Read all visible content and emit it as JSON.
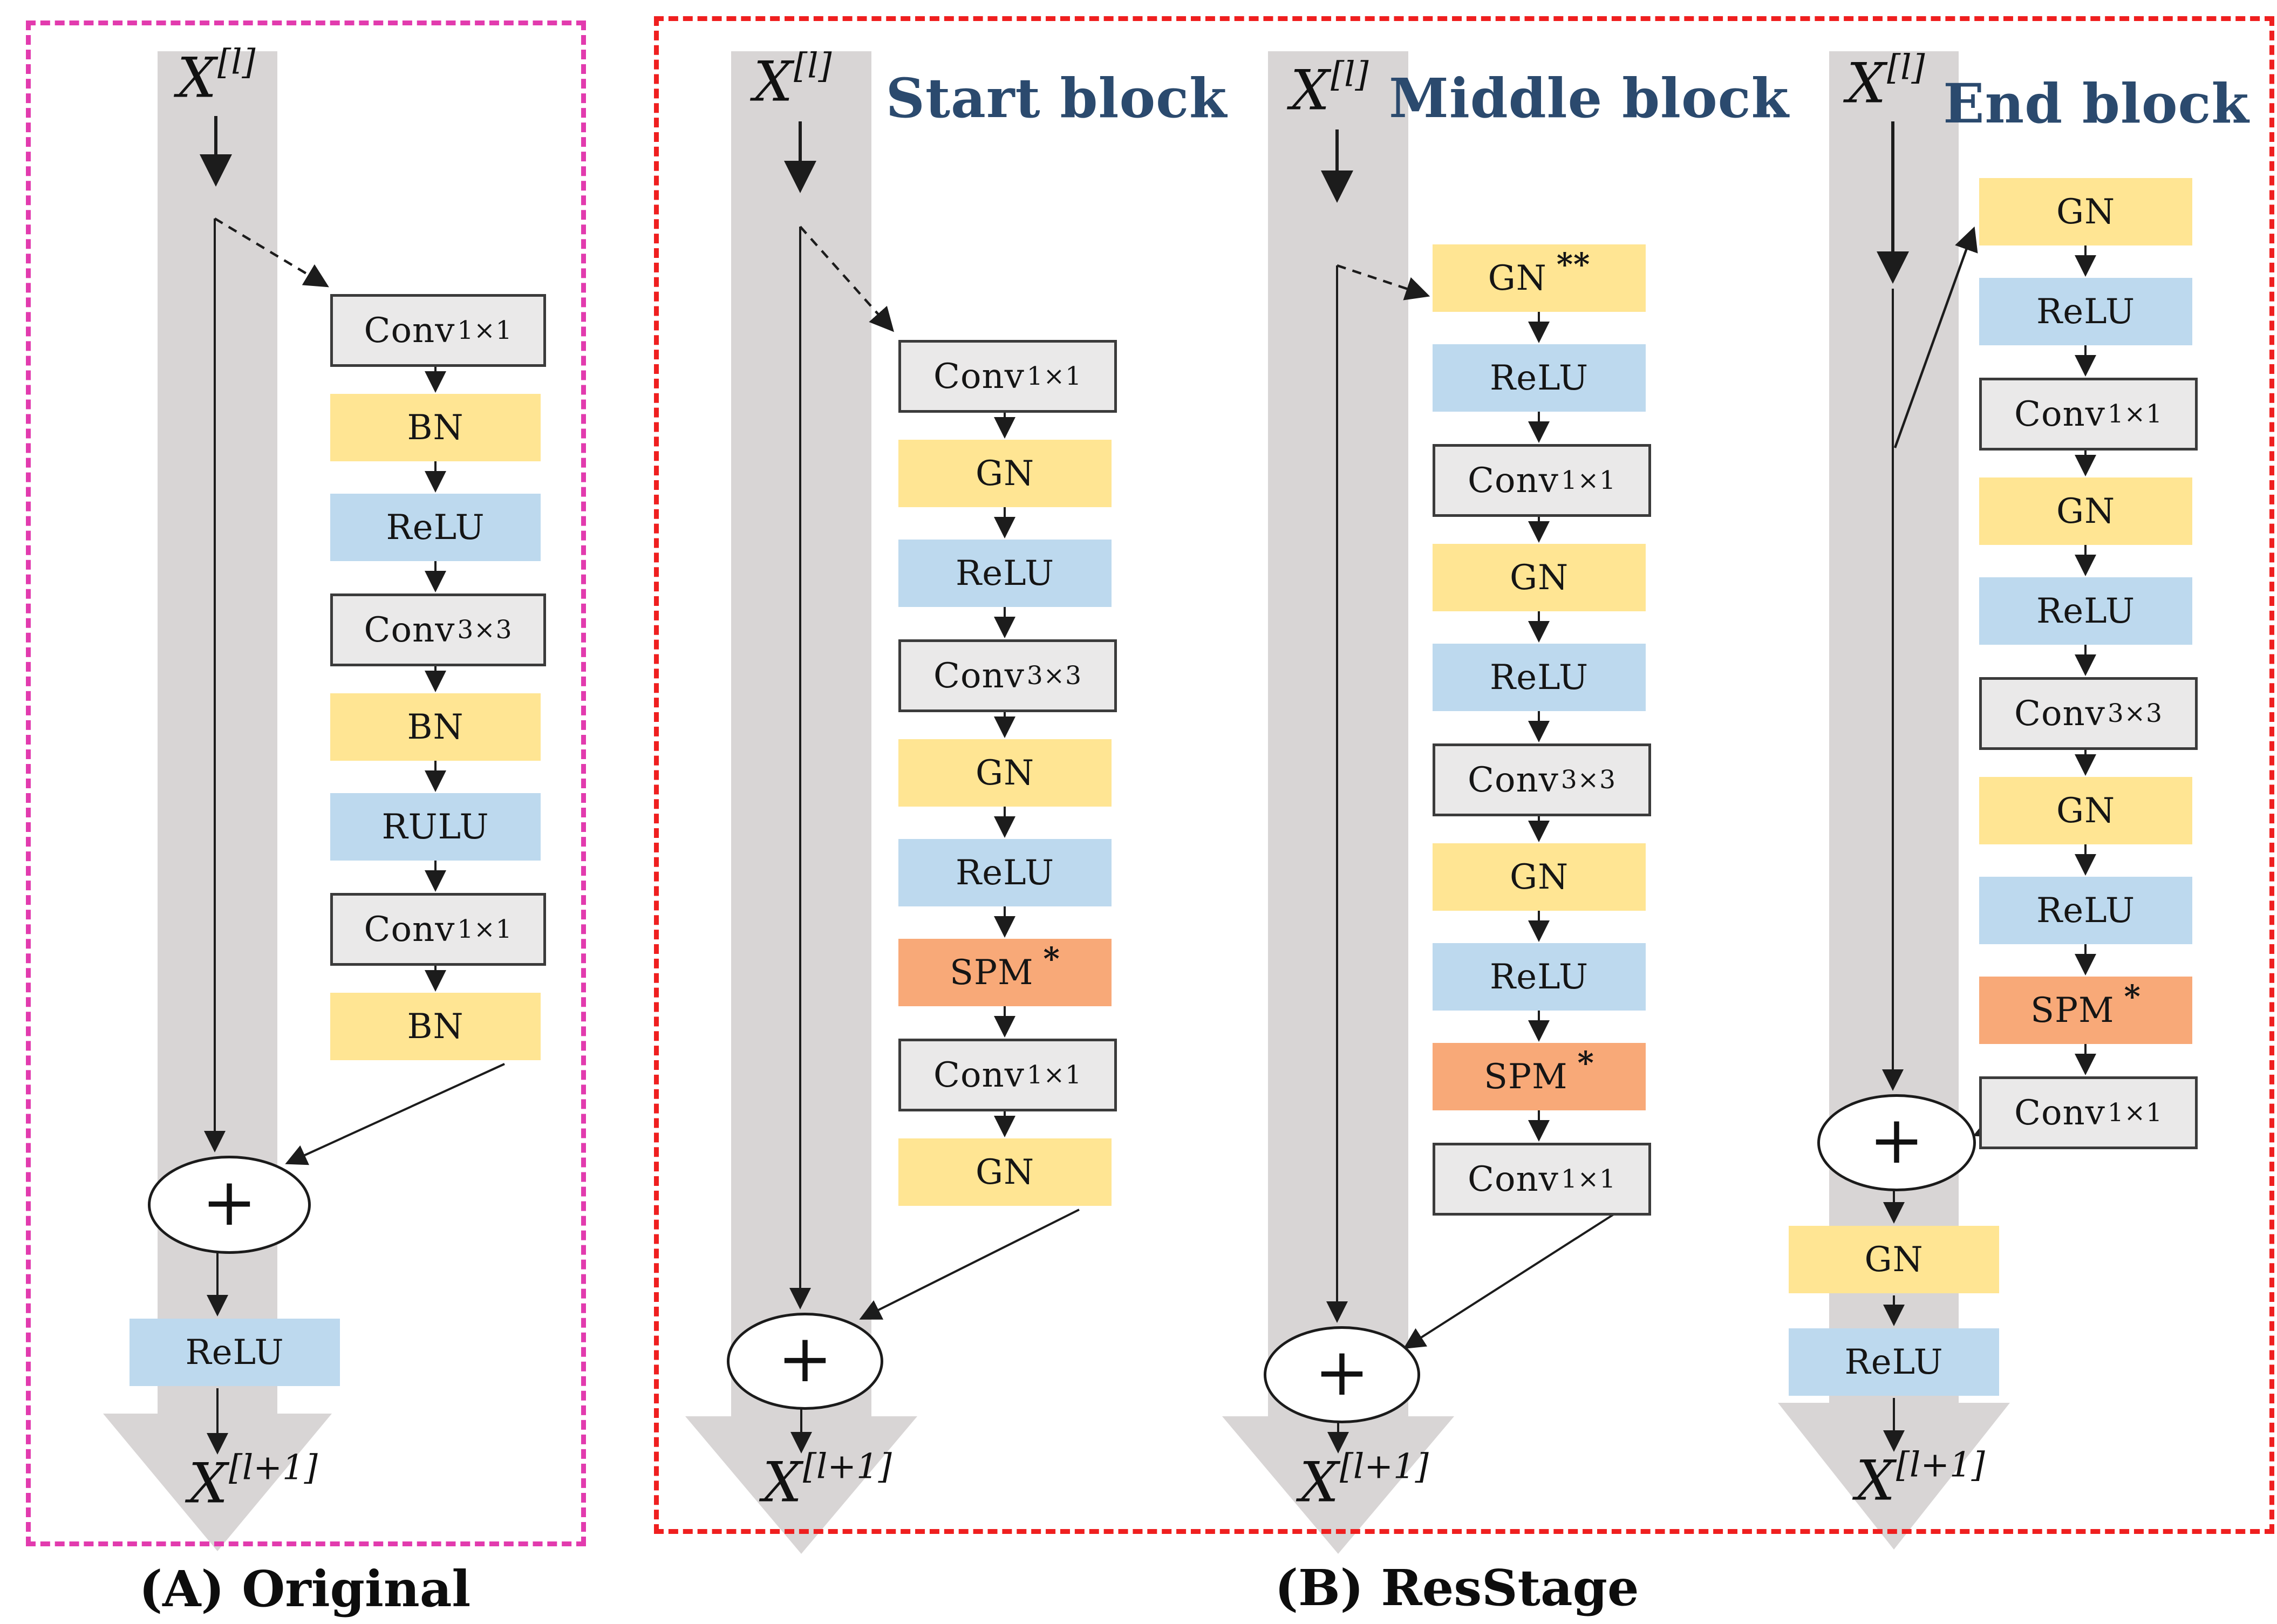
{
  "figure": {
    "panels": [
      {
        "caption": "(A) Original",
        "border_color": "#e23bae"
      },
      {
        "caption": "(B) ResStage",
        "border_color": "#ef1f1f"
      }
    ]
  },
  "labels": {
    "input_base": "X",
    "input_sup": "[l]",
    "output_base": "X",
    "output_sup": "[l+1]",
    "plus": "+"
  },
  "colors": {
    "norm": "#ffe593",
    "relu": "#bdd9ee",
    "spm": "#f8a978",
    "conv_fill": "#eae9e9",
    "conv_border": "#3b3b3b",
    "band": "#d8d5d5",
    "title": "#2b4a6e",
    "line": "#1c1c1c"
  },
  "columns": [
    {
      "title": "",
      "boxes": [
        {
          "t": "conv",
          "label": "Conv",
          "sub": "1×1"
        },
        {
          "t": "norm",
          "label": "BN"
        },
        {
          "t": "relu",
          "label": "ReLU"
        },
        {
          "t": "conv",
          "label": "Conv",
          "sub": "3×3"
        },
        {
          "t": "norm",
          "label": "BN"
        },
        {
          "t": "relu",
          "label": "RULU"
        },
        {
          "t": "conv",
          "label": "Conv",
          "sub": "1×1"
        },
        {
          "t": "norm",
          "label": "BN"
        }
      ],
      "tail": [
        {
          "t": "relu",
          "label": "ReLU"
        }
      ]
    },
    {
      "title": "Start block",
      "boxes": [
        {
          "t": "conv",
          "label": "Conv",
          "sub": "1×1"
        },
        {
          "t": "norm",
          "label": "GN"
        },
        {
          "t": "relu",
          "label": "ReLU"
        },
        {
          "t": "conv",
          "label": "Conv",
          "sub": "3×3"
        },
        {
          "t": "norm",
          "label": "GN"
        },
        {
          "t": "relu",
          "label": "ReLU"
        },
        {
          "t": "spm",
          "label": "SPM",
          "mark": "*"
        },
        {
          "t": "conv",
          "label": "Conv",
          "sub": "1×1"
        },
        {
          "t": "norm",
          "label": "GN"
        }
      ],
      "tail": []
    },
    {
      "title": "Middle block",
      "boxes": [
        {
          "t": "norm",
          "label": "GN",
          "mark": "**"
        },
        {
          "t": "relu",
          "label": "ReLU"
        },
        {
          "t": "conv",
          "label": "Conv",
          "sub": "1×1"
        },
        {
          "t": "norm",
          "label": "GN"
        },
        {
          "t": "relu",
          "label": "ReLU"
        },
        {
          "t": "conv",
          "label": "Conv",
          "sub": "3×3"
        },
        {
          "t": "norm",
          "label": "GN"
        },
        {
          "t": "relu",
          "label": "ReLU"
        },
        {
          "t": "spm",
          "label": "SPM",
          "mark": "*"
        },
        {
          "t": "conv",
          "label": "Conv",
          "sub": "1×1"
        }
      ],
      "tail": []
    },
    {
      "title": "End block",
      "boxes": [
        {
          "t": "norm",
          "label": "GN"
        },
        {
          "t": "relu",
          "label": "ReLU"
        },
        {
          "t": "conv",
          "label": "Conv",
          "sub": "1×1"
        },
        {
          "t": "norm",
          "label": "GN"
        },
        {
          "t": "relu",
          "label": "ReLU"
        },
        {
          "t": "conv",
          "label": "Conv",
          "sub": "3×3"
        },
        {
          "t": "norm",
          "label": "GN"
        },
        {
          "t": "relu",
          "label": "ReLU"
        },
        {
          "t": "spm",
          "label": "SPM",
          "mark": "*"
        },
        {
          "t": "conv",
          "label": "Conv",
          "sub": "1×1"
        }
      ],
      "tail": [
        {
          "t": "norm",
          "label": "GN"
        },
        {
          "t": "relu",
          "label": "ReLU"
        }
      ]
    }
  ]
}
